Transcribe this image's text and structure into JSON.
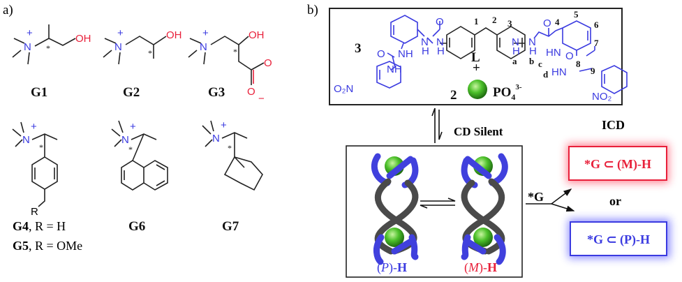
{
  "panel_a": {
    "label": "a)",
    "guests": [
      {
        "id": "G1"
      },
      {
        "id": "G2"
      },
      {
        "id": "G3"
      },
      {
        "id": "G4",
        "suffix": ", R = H"
      },
      {
        "id": "G5",
        "suffix": ", R = OMe"
      },
      {
        "id": "G6"
      },
      {
        "id": "G7"
      }
    ],
    "atoms": {
      "N": "N",
      "plus": "+",
      "OH": "OH",
      "O": "O",
      "Ominus": "O",
      "minus": "−",
      "R": "R",
      "star": "*"
    }
  },
  "panel_b": {
    "label": "b)",
    "ligand": {
      "count": "3",
      "name": "L",
      "plus": "+",
      "anion_count": "2",
      "anion": "PO",
      "anion_sub": "4",
      "anion_charge": "3-",
      "groups": {
        "NH": "NH",
        "N": "N",
        "H": "H",
        "HN": "HN",
        "O": "O",
        "O2N": "O₂N",
        "NO2": "NO₂"
      },
      "proton_labels": [
        "1",
        "2",
        "3",
        "4",
        "5",
        "6",
        "7",
        "8",
        "9",
        "a",
        "b",
        "c",
        "d"
      ]
    },
    "cd_silent": "CD Silent",
    "helix_p": {
      "paren_open": "(",
      "letter": "P",
      "paren_close": ")-",
      "H": "H",
      "color": "#3a3ae0"
    },
    "helix_m": {
      "paren_open": "(",
      "letter": "M",
      "paren_close": ")-",
      "H": "H",
      "color": "#e8203a"
    },
    "guest_add": "*G",
    "icd": "ICD",
    "or": "or",
    "product_m": "*G ⊂ (M)-H",
    "product_p": "*G ⊂ (P)-H",
    "colors": {
      "red": "#e8203a",
      "blue": "#3a3ae0",
      "sphere": "#3cb01c"
    }
  }
}
